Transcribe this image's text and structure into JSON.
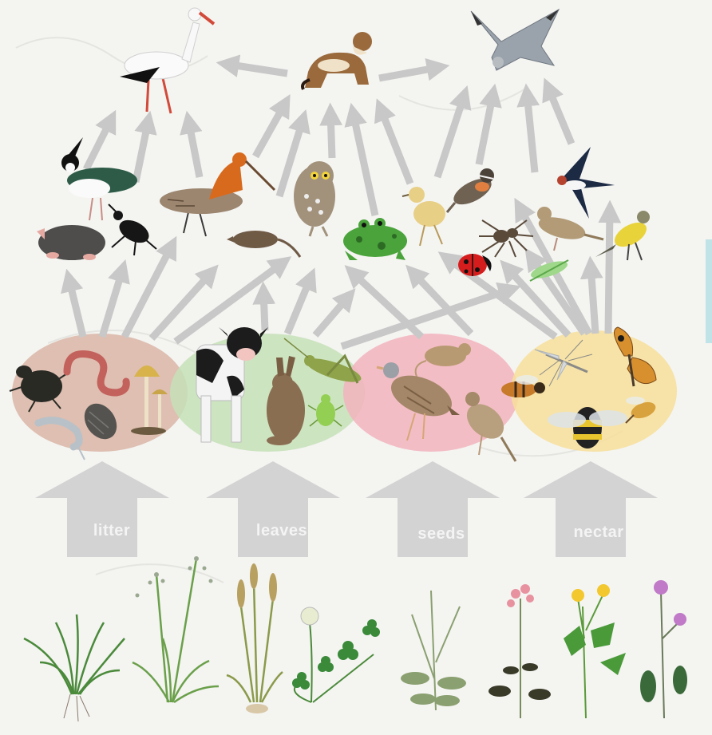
{
  "resources": [
    {
      "label": "litter",
      "color": "#d9b5a6"
    },
    {
      "label": "leaves",
      "color": "#c5e1b8"
    },
    {
      "label": "seeds",
      "color": "#f2b3bd"
    },
    {
      "label": "nectar",
      "color": "#f7df9a"
    }
  ],
  "colors": {
    "background": "#f4f4f1",
    "arrow": "#c8c8c8",
    "big_arrow": "#d3d3d3"
  },
  "organisms": {
    "top": [
      "stork-icon",
      "weasel-icon",
      "harrier-icon"
    ],
    "middle": [
      "lapwing-icon",
      "godwit-icon",
      "owl-icon",
      "frog-icon",
      "chick-icon",
      "whinchat-icon",
      "swallow-icon",
      "mole-icon",
      "beetle-icon",
      "shrew-icon",
      "spider-icon",
      "pipit-icon",
      "wagtail-icon",
      "ladybird-icon",
      "lacewing-icon"
    ],
    "litter": [
      "dung-beetle-icon",
      "earthworm-icon",
      "mushroom-icon",
      "woodlouse-icon",
      "amphipod-icon"
    ],
    "leaves": [
      "cow-icon",
      "hare-icon",
      "grasshopper-icon",
      "aphid-icon"
    ],
    "seeds": [
      "mouse-icon",
      "corncrake-icon",
      "sparrow-icon"
    ],
    "nectar": [
      "crane-fly-icon",
      "butterfly-icon",
      "bee-icon",
      "bumblebee-icon",
      "hoverfly-icon"
    ],
    "plants": [
      "grass-1-icon",
      "grass-2-icon",
      "grass-3-icon",
      "clover-icon",
      "herb-icon",
      "flower-pink-icon",
      "buttercup-icon",
      "flower-purple-icon"
    ]
  }
}
